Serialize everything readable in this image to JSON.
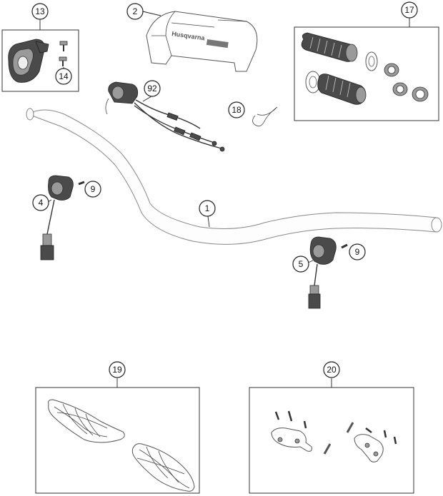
{
  "callouts": {
    "c1": "1",
    "c2": "2",
    "c4": "4",
    "c5": "5",
    "c9a": "9",
    "c9b": "9",
    "c13": "13",
    "c14": "14",
    "c17": "17",
    "c18": "18",
    "c19": "19",
    "c20": "20",
    "c92": "92"
  },
  "handlebar_pad": {
    "logo_text": "Husqvarna"
  },
  "colors": {
    "line": "#555555",
    "part_dark": "#4a4a4a",
    "background": "#ffffff"
  }
}
